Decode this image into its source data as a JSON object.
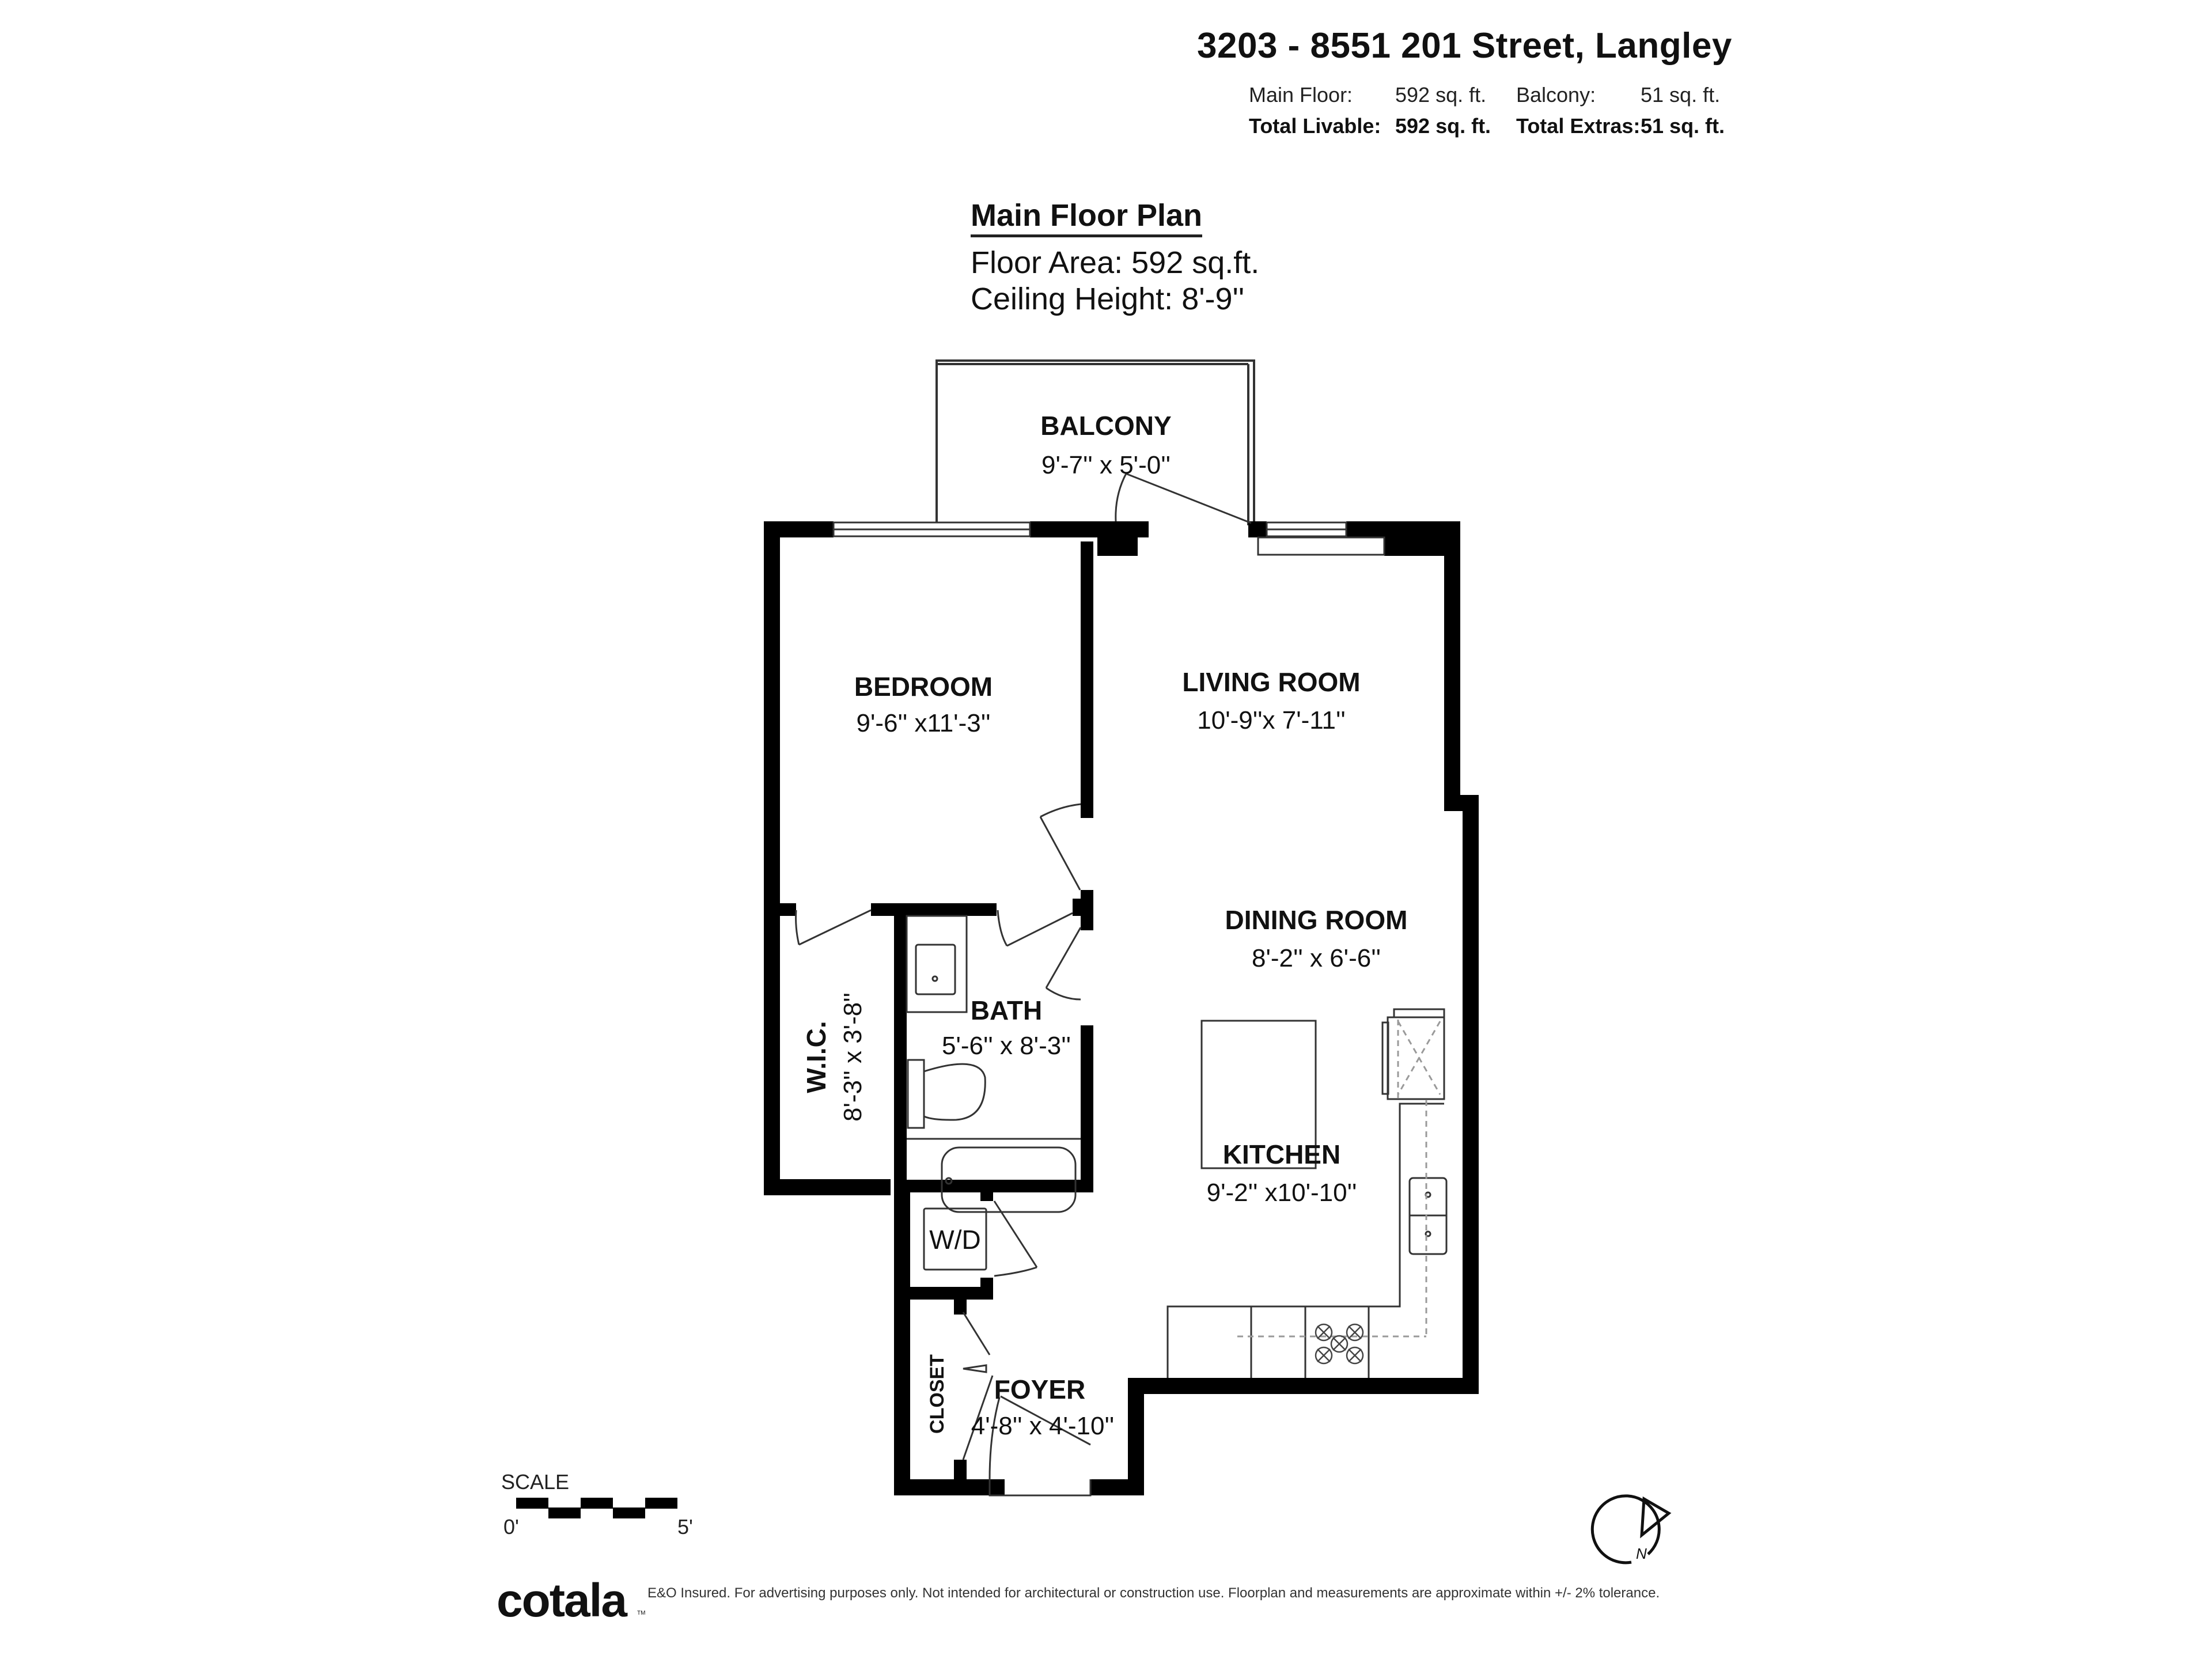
{
  "header": {
    "title": "3203 - 8551 201 Street, Langley",
    "summary": {
      "row1": [
        {
          "label": "Main Floor:",
          "value": "592 sq. ft."
        },
        {
          "label": "Balcony:",
          "value": "51 sq. ft."
        }
      ],
      "row2": [
        {
          "label": "Total Livable:",
          "value": "592 sq. ft."
        },
        {
          "label": "Total Extras:",
          "value": "51 sq. ft."
        }
      ]
    }
  },
  "plan": {
    "title": "Main Floor Plan",
    "floor_area": "Floor Area: 592 sq.ft.",
    "ceiling_height": "Ceiling Height: 8'-9''",
    "rooms": [
      {
        "name": "BALCONY",
        "dims": "9'-7'' x 5'-0''"
      },
      {
        "name": "BEDROOM",
        "dims": "9'-6'' x11'-3''"
      },
      {
        "name": "LIVING ROOM",
        "dims": "10'-9''x 7'-11''"
      },
      {
        "name": "DINING ROOM",
        "dims": "8'-2'' x 6'-6''"
      },
      {
        "name": "BATH",
        "dims": "5'-6'' x 8'-3''"
      },
      {
        "name": "W.I.C.",
        "dims": "8'-3'' x 3'-8''"
      },
      {
        "name": "KITCHEN",
        "dims": "9'-2'' x10'-10''"
      },
      {
        "name": "FOYER",
        "dims": "4'-8'' x 4'-10''"
      },
      {
        "name": "CLOSET",
        "dims": ""
      }
    ],
    "fixtures": {
      "washer_dryer": "W/D"
    },
    "colors": {
      "wall": "#000000",
      "line": "#333333",
      "dashed": "#9a9a9a",
      "background": "#ffffff"
    }
  },
  "scale": {
    "label": "SCALE",
    "start": "0'",
    "end": "5'"
  },
  "compass": {
    "label": "N"
  },
  "footer": {
    "logo": "cotala",
    "logo_tm": "TM",
    "disclaimer": "E&O Insured. For advertising purposes only. Not intended for architectural or construction use. Floorplan and measurements are approximate within +/- 2% tolerance."
  }
}
